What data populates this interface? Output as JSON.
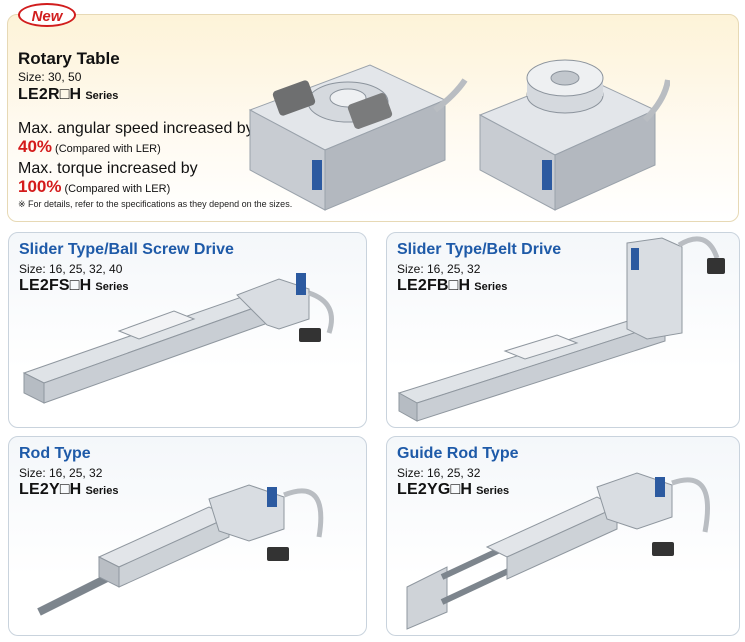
{
  "rotary": {
    "badge": "New",
    "title": "Rotary Table",
    "size": "Size: 30, 50",
    "series_code": "LE2R□H",
    "series_word": "Series",
    "line1": "Max. angular speed increased by",
    "line2_pct": "40%",
    "line2_note": "(Compared with LER)",
    "line3": "Max. torque increased by",
    "line4_pct": "100%",
    "line4_note": "(Compared with LER)",
    "footnote": "※ For details, refer to the specifications as they depend on the sizes."
  },
  "cards": [
    {
      "title": "Slider Type/Ball Screw Drive",
      "size": "Size: 16, 25, 32, 40",
      "series_code": "LE2FS□H",
      "series_word": "Series"
    },
    {
      "title": "Slider Type/Belt Drive",
      "size": "Size: 16, 25, 32",
      "series_code": "LE2FB□H",
      "series_word": "Series"
    },
    {
      "title": "Rod Type",
      "size": "Size: 16, 25, 32",
      "series_code": "LE2Y□H",
      "series_word": "Series"
    },
    {
      "title": "Guide Rod Type",
      "size": "Size: 16, 25, 32",
      "series_code": "LE2YG□H",
      "series_word": "Series"
    }
  ],
  "colors": {
    "accent_red": "#d41b1b",
    "title_blue": "#1e5aa8",
    "top_bg": "#fdf3d8"
  }
}
